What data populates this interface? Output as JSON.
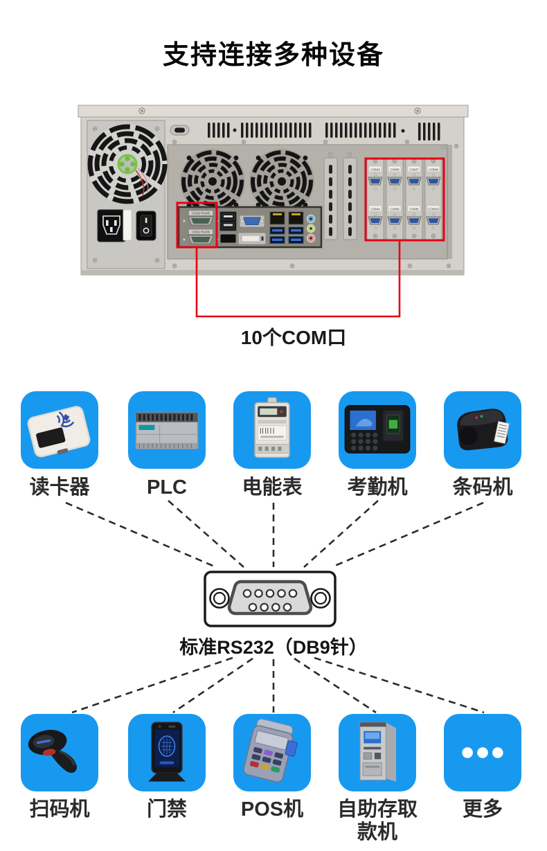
{
  "header": {
    "title": "支持连接多种设备"
  },
  "chassis": {
    "com_callout": "10个COM口",
    "onboard_com_top": "COM2 RS485",
    "onboard_com_bottom": "COM1 RS485",
    "card_labels_top": [
      "COM3",
      "COM5",
      "COM7",
      "COM9"
    ],
    "card_labels_bottom": [
      "COM4",
      "COM6",
      "COM8",
      "COM10"
    ]
  },
  "connector": {
    "label": "标准RS232（DB9针）"
  },
  "devices": {
    "top": [
      {
        "label": "读卡器",
        "icon": "card-reader-icon"
      },
      {
        "label": "PLC",
        "icon": "plc-icon"
      },
      {
        "label": "电能表",
        "icon": "energy-meter-icon"
      },
      {
        "label": "考勤机",
        "icon": "attendance-machine-icon"
      },
      {
        "label": "条码机",
        "icon": "barcode-printer-icon"
      }
    ],
    "bottom": [
      {
        "label": "扫码机",
        "icon": "barcode-scanner-icon"
      },
      {
        "label": "门禁",
        "icon": "door-access-icon"
      },
      {
        "label": "POS机",
        "icon": "pos-terminal-icon"
      },
      {
        "label": "自助存取款机",
        "icon": "atm-icon"
      },
      {
        "label": "更多",
        "icon": "ellipsis-icon"
      }
    ]
  },
  "colors": {
    "tile_blue": "#1899f0",
    "annotation_red": "#e60012",
    "dash_line": "#2b2b2b",
    "connector_gray": "#d9d9d9"
  }
}
